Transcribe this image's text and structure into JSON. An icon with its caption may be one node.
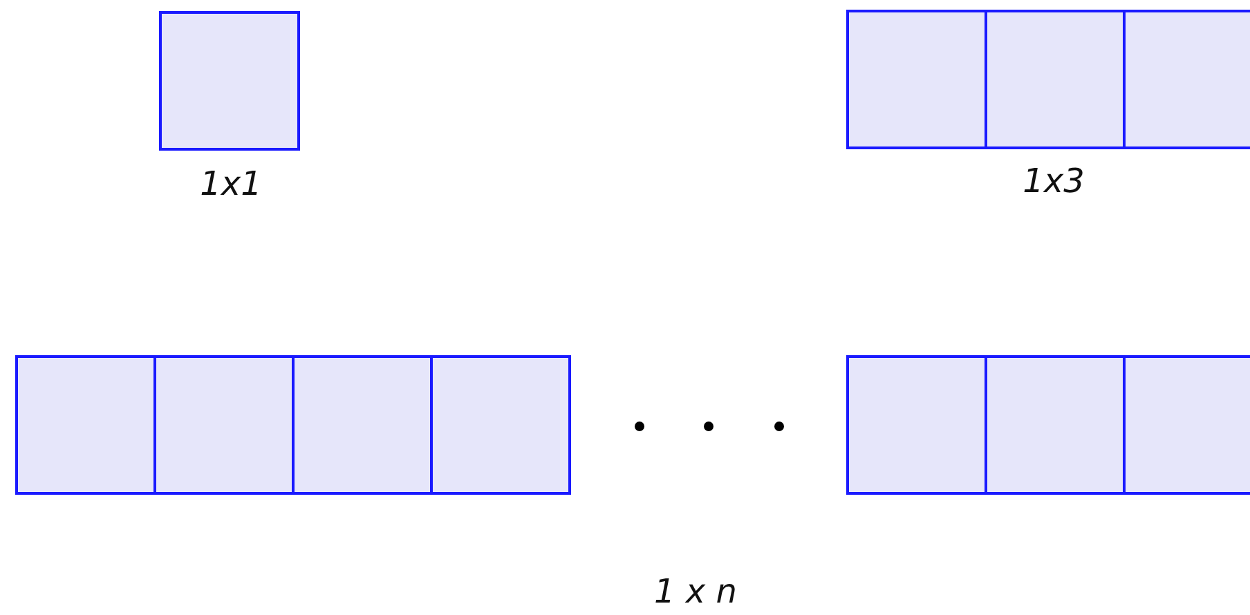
{
  "diagram": {
    "labels": [
      "1x1",
      "1x3",
      "1 x n"
    ]
  }
}
